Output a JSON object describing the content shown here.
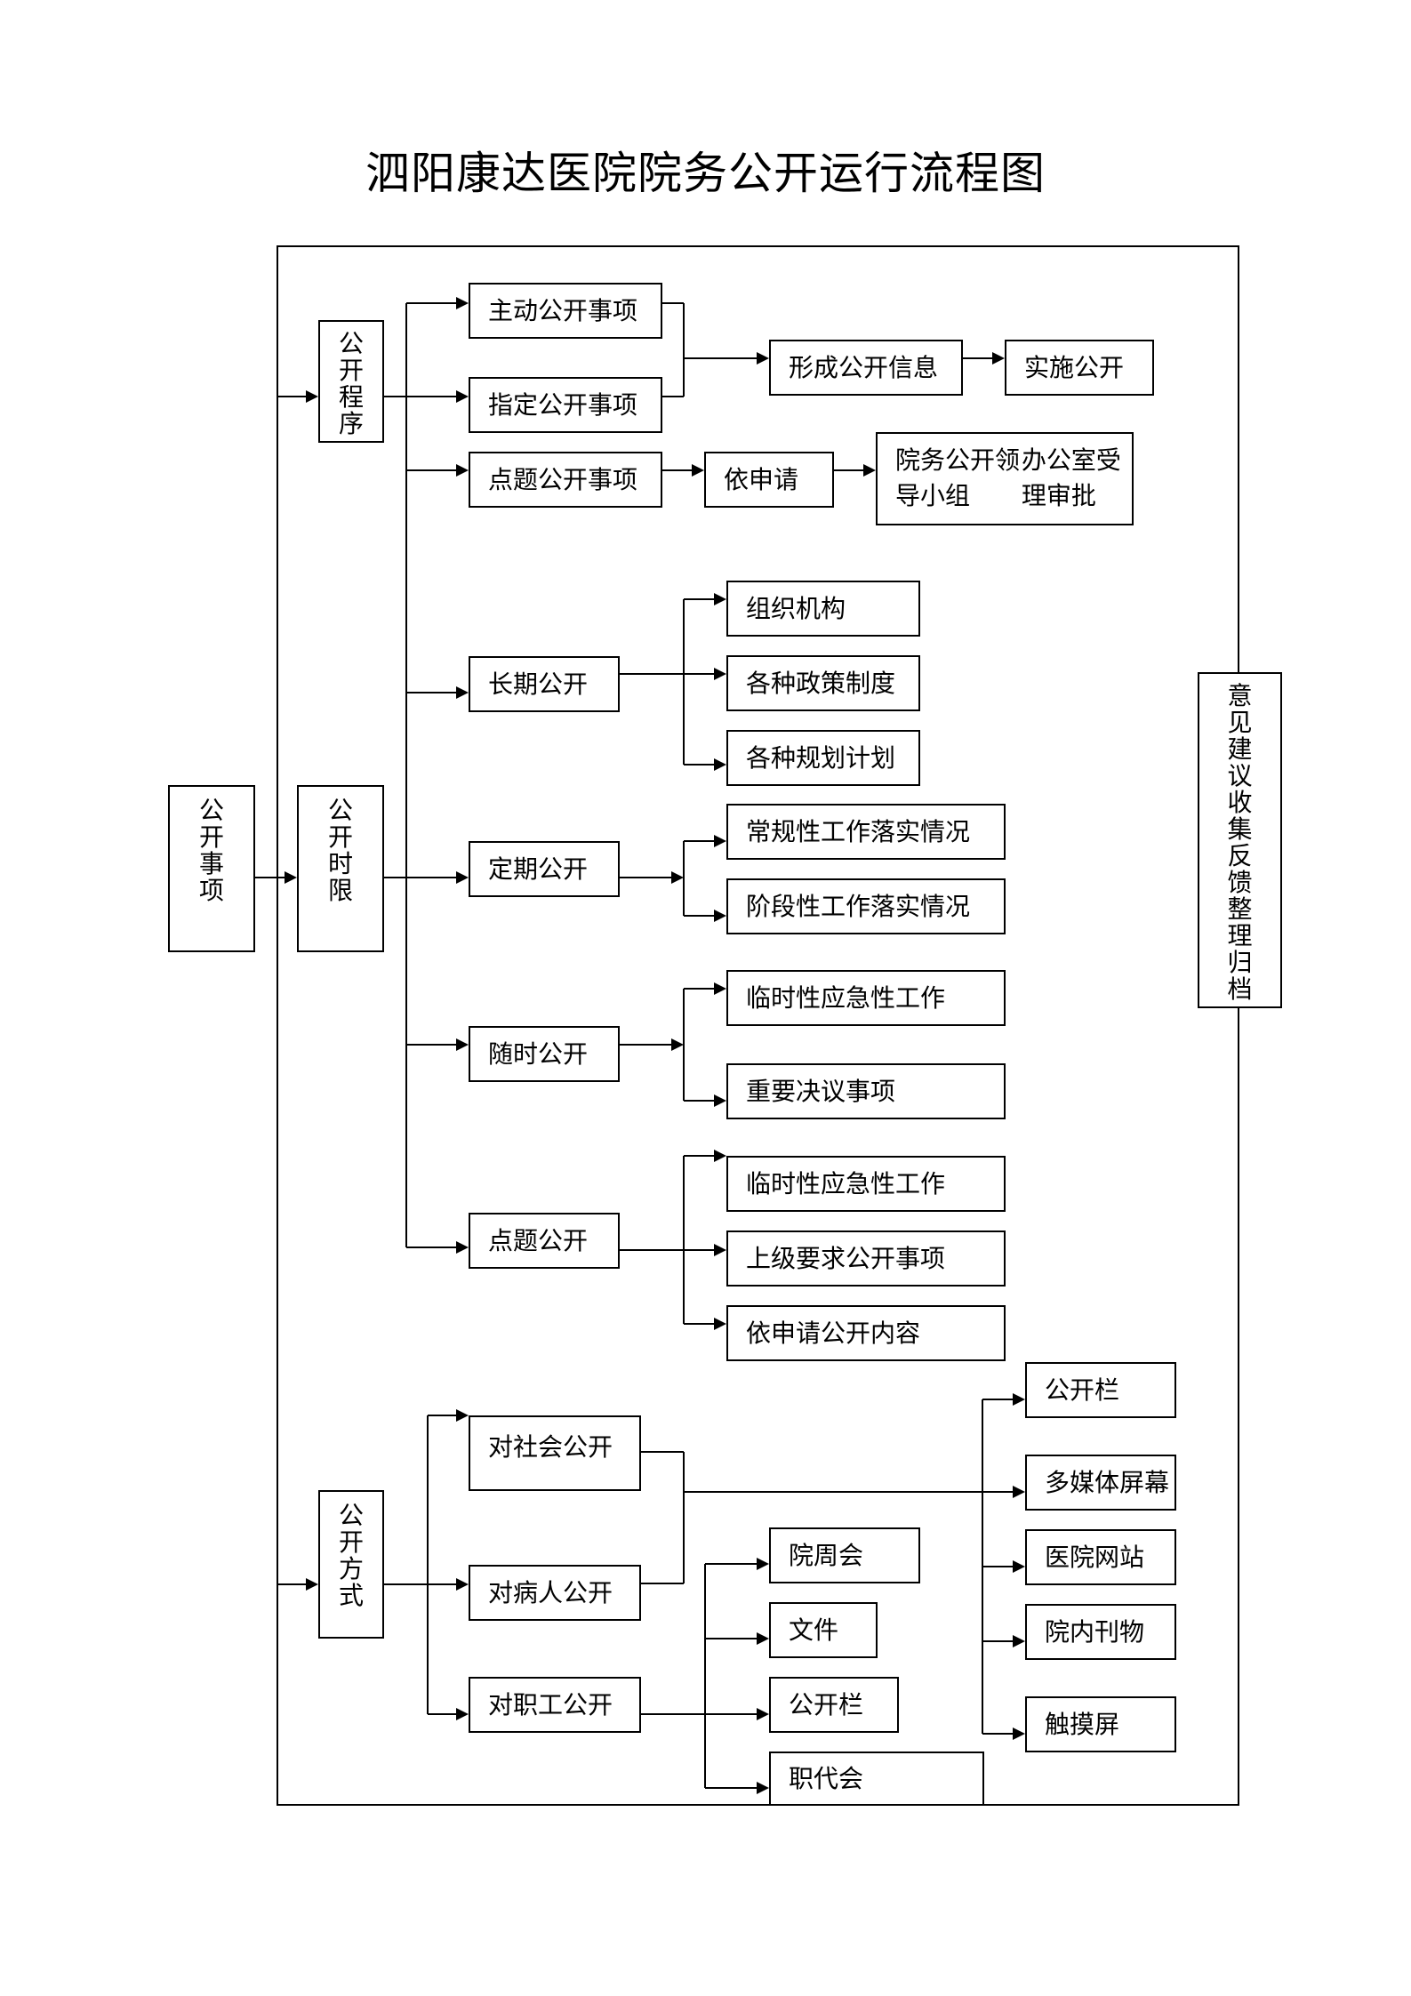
{
  "title": "泗阳康达医院院务公开运行流程图",
  "root": "公开事项",
  "feedback": "意见建议收集反馈整理归档",
  "procedure": {
    "label": "公开程序",
    "active": "主动公开事项",
    "designated": "指定公开事项",
    "form_info": "形成公开信息",
    "implement": "实施公开",
    "topic": "点题公开事项",
    "apply": "依申请",
    "approval_line1": "院务公开领导小组",
    "approval_line2": "办公室受理审批"
  },
  "time_limit": {
    "label": "公开时限",
    "long_term": {
      "label": "长期公开",
      "items": [
        "组织机构",
        "各种政策制度",
        "各种规划计划"
      ]
    },
    "periodic": {
      "label": "定期公开",
      "items": [
        "常规性工作落实情况",
        "阶段性工作落实情况"
      ]
    },
    "anytime": {
      "label": "随时公开",
      "items": [
        "临时性应急性工作",
        "重要决议事项"
      ]
    },
    "topic": {
      "label": "点题公开",
      "items": [
        "临时性应急性工作",
        "上级要求公开事项",
        "依申请公开内容"
      ]
    }
  },
  "method": {
    "label": "公开方式",
    "society": "对社会公开",
    "patients": "对病人公开",
    "staff": "对职工公开",
    "staff_channels": [
      "院周会",
      "文件",
      "公开栏",
      "职代会"
    ],
    "public_channels": [
      "公开栏",
      "多媒体屏幕",
      "医院网站",
      "院内刊物",
      "触摸屏"
    ]
  }
}
